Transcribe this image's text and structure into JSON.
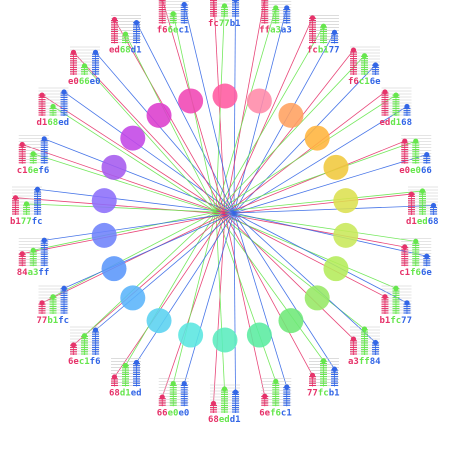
{
  "colors": {
    "red": "#e6336a",
    "green": "#66e64d",
    "blue": "#3366e6",
    "stripe": "#c8c8c8"
  },
  "circles": [
    "#ff5aa0",
    "#ff8aa8",
    "#ffa060",
    "#ffb43c",
    "#f0c83c",
    "#dce050",
    "#c8e85a",
    "#b4ec5a",
    "#96e864",
    "#6ee878",
    "#5aeca0",
    "#5aecbe",
    "#5ae6e0",
    "#5ad2f0",
    "#5ab4fa",
    "#5a96fa",
    "#6e82fa",
    "#8c6efa",
    "#a55aee",
    "#c346e6",
    "#dc3ccd",
    "#f046b4"
  ],
  "glyphs": [
    {
      "label": "fc77b1",
      "levels": [
        0.97,
        0.47,
        0.69
      ]
    },
    {
      "label": "ffa3a3",
      "levels": [
        1.0,
        0.64,
        0.64
      ]
    },
    {
      "label": "fcb177",
      "levels": [
        0.99,
        0.69,
        0.47
      ]
    },
    {
      "label": "f6c16e",
      "levels": [
        0.96,
        0.76,
        0.43
      ]
    },
    {
      "label": "edd168",
      "levels": [
        0.93,
        0.82,
        0.41
      ]
    },
    {
      "label": "e0e066",
      "levels": [
        0.88,
        0.88,
        0.4
      ]
    },
    {
      "label": "d1ed68",
      "levels": [
        0.82,
        0.93,
        0.41
      ]
    },
    {
      "label": "c1f66e",
      "levels": [
        0.76,
        0.96,
        0.43
      ]
    },
    {
      "label": "b1fc77",
      "levels": [
        0.69,
        0.99,
        0.47
      ]
    },
    {
      "label": "a3ff84",
      "levels": [
        0.64,
        1.0,
        0.52
      ]
    },
    {
      "label": "77fcb1",
      "levels": [
        0.47,
        0.99,
        0.69
      ]
    },
    {
      "label": "6ef6c1",
      "levels": [
        0.43,
        0.96,
        0.76
      ]
    },
    {
      "label": "68edd1",
      "levels": [
        0.41,
        0.93,
        0.82
      ]
    },
    {
      "label": "66e0e0",
      "levels": [
        0.4,
        0.88,
        0.88
      ]
    },
    {
      "label": "68d1ed",
      "levels": [
        0.41,
        0.82,
        0.93
      ]
    },
    {
      "label": "6ec1f6",
      "levels": [
        0.43,
        0.76,
        0.96
      ]
    },
    {
      "label": "77b1fc",
      "levels": [
        0.47,
        0.69,
        0.99
      ]
    },
    {
      "label": "84a3ff",
      "levels": [
        0.52,
        0.64,
        1.0
      ]
    },
    {
      "label": "b177fc",
      "levels": [
        0.69,
        0.47,
        0.99
      ]
    },
    {
      "label": "c16ef6",
      "levels": [
        0.76,
        0.43,
        0.96
      ]
    },
    {
      "label": "d168ed",
      "levels": [
        0.82,
        0.41,
        0.93
      ]
    },
    {
      "label": "e066e0",
      "levels": [
        0.88,
        0.4,
        0.88
      ]
    },
    {
      "label": "ed68d1",
      "levels": [
        0.93,
        0.41,
        0.82
      ]
    },
    {
      "label": "f66ec1",
      "levels": [
        0.96,
        0.43,
        0.76
      ]
    }
  ]
}
